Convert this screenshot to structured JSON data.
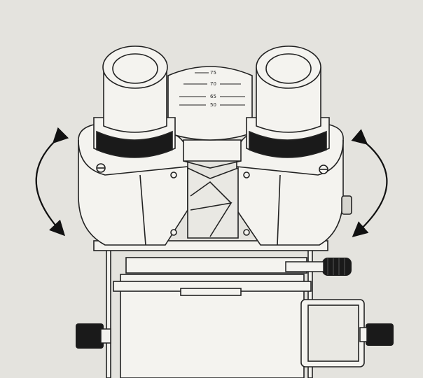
{
  "ipd_scale": {
    "marks": [
      "75",
      "70",
      "65",
      "50"
    ]
  },
  "colors": {
    "paper": "#e4e3de",
    "line": "#222222",
    "fill": "#f4f3ef",
    "shade": "#d6d5cf",
    "knob": "#1a1a1a"
  },
  "icons": {
    "rotate_left": "curved-double-arrow-icon",
    "rotate_right": "curved-double-arrow-icon"
  }
}
